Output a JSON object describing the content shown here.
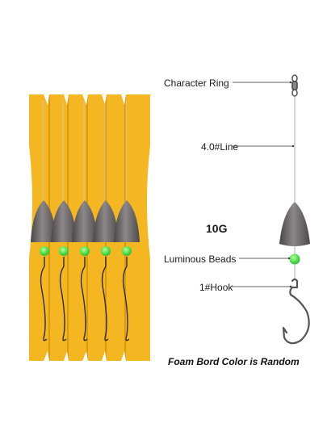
{
  "labels": {
    "ring": "Character Ring",
    "line": "4.0#Line",
    "weight": "10G",
    "beads": "Luminous Beads",
    "hook": "1#Hook"
  },
  "caption": "Foam Bord Color is Random",
  "colors": {
    "foam_board": "#f4b722",
    "foam_shadow": "#d99a10",
    "sinker": "#6e6a6c",
    "bead": "#55e05a",
    "leader_line": "#333333"
  },
  "product_photo": {
    "rig_count": 5,
    "icons": [
      "foam-board-icon",
      "sinker-icon",
      "luminous-bead-icon",
      "hook-icon"
    ]
  }
}
